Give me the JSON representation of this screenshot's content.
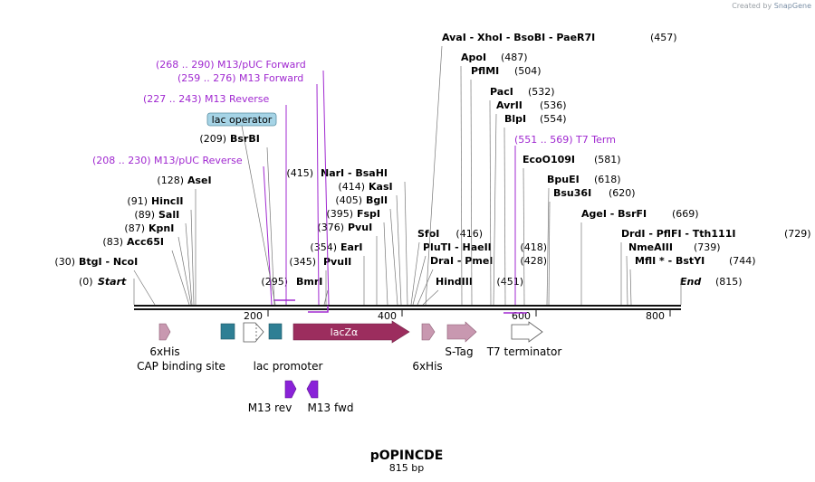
{
  "credit": {
    "prefix": "Created by",
    "brand": "SnapGene"
  },
  "plasmid": {
    "name": "pOPINCDE",
    "size_label": "815 bp"
  },
  "ruler": {
    "ticks": [
      "200",
      "400",
      "600",
      "800"
    ],
    "start_label": "Start",
    "start_pos": "(0)",
    "end_label": "End",
    "end_pos": "(815)"
  },
  "sites": [
    {
      "name": "BtgI - NcoI",
      "pos": "(30)"
    },
    {
      "name": "Acc65I",
      "pos": "(83)"
    },
    {
      "name": "KpnI",
      "pos": "(87)"
    },
    {
      "name": "SalI",
      "pos": "(89)"
    },
    {
      "name": "HincII",
      "pos": "(91)"
    },
    {
      "name": "AseI",
      "pos": "(128)"
    },
    {
      "name": "BsrBI",
      "pos": "(209)"
    },
    {
      "name": "BmrI",
      "pos": "(295)"
    },
    {
      "name": "PvuII",
      "pos": "(345)"
    },
    {
      "name": "EarI",
      "pos": "(354)"
    },
    {
      "name": "PvuI",
      "pos": "(376)"
    },
    {
      "name": "FspI",
      "pos": "(395)"
    },
    {
      "name": "BglI",
      "pos": "(405)"
    },
    {
      "name": "KasI",
      "pos": "(414)"
    },
    {
      "name": "NarI - BsaHI",
      "pos": "(415)"
    },
    {
      "name": "SfoI",
      "pos": "(416)"
    },
    {
      "name": "PluTI - HaeII",
      "pos": "(418)"
    },
    {
      "name": "DraI - PmeI",
      "pos": "(428)"
    },
    {
      "name": "HindIII",
      "pos": "(451)"
    },
    {
      "name": "AvaI - XhoI - BsoBI - PaeR7I",
      "pos": "(457)"
    },
    {
      "name": "ApoI",
      "pos": "(487)"
    },
    {
      "name": "PflMI",
      "pos": "(504)"
    },
    {
      "name": "PacI",
      "pos": "(532)"
    },
    {
      "name": "AvrII",
      "pos": "(536)"
    },
    {
      "name": "BlpI",
      "pos": "(554)"
    },
    {
      "name": "EcoO109I",
      "pos": "(581)"
    },
    {
      "name": "BpuEI",
      "pos": "(618)"
    },
    {
      "name": "Bsu36I",
      "pos": "(620)"
    },
    {
      "name": "AgeI - BsrFI",
      "pos": "(669)"
    },
    {
      "name": "DrdI - PflFI - Tth111I",
      "pos": "(729)"
    },
    {
      "name": "NmeAIII",
      "pos": "(739)"
    },
    {
      "name": "MflI * - BstYI",
      "pos": "(744)"
    }
  ],
  "primer_labels": [
    {
      "range": "(268 .. 290)",
      "name": "M13/pUC Forward"
    },
    {
      "range": "(259 .. 276)",
      "name": "M13 Forward"
    },
    {
      "range": "(227 .. 243)",
      "name": "M13 Reverse"
    },
    {
      "range": "(208 .. 230)",
      "name": "M13/pUC Reverse"
    },
    {
      "range": "(551 .. 569)",
      "name": "T7 Term"
    }
  ],
  "lac_operator": "lac operator",
  "features": [
    {
      "name": "6xHis"
    },
    {
      "name": "CAP binding site"
    },
    {
      "name": "lac promoter"
    },
    {
      "name": "lacZα"
    },
    {
      "name": "6xHis"
    },
    {
      "name": "S-Tag"
    },
    {
      "name": "T7 terminator"
    },
    {
      "name": "M13 rev"
    },
    {
      "name": "M13 fwd"
    }
  ],
  "colors": {
    "primer": "#a028d0",
    "lacz": "#9c2d5e",
    "his": "#c898b0",
    "stag": "#c898b0",
    "cap": "#2e7f94",
    "operator_fill": "#a6d4e6",
    "promoter_fill": "#ffffff",
    "terminator_fill": "#ffffff",
    "m13": "#8a22d8",
    "line": "#6e6e6e"
  }
}
